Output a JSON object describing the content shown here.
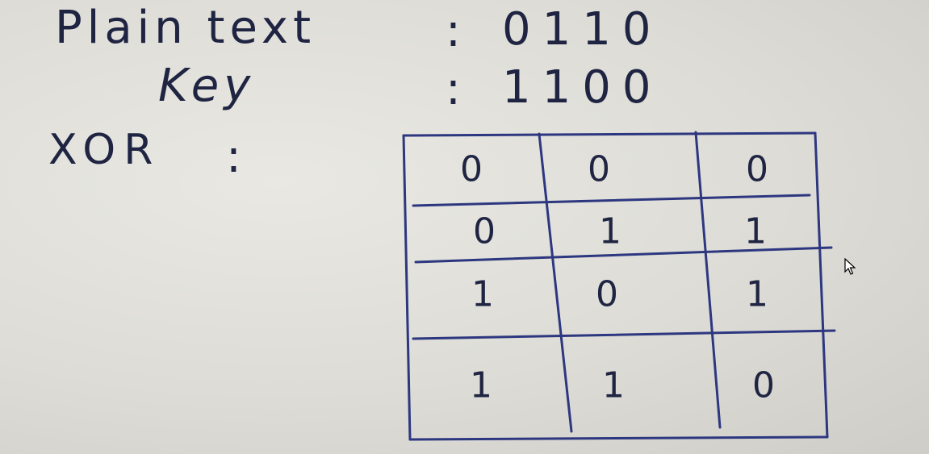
{
  "plain_text": {
    "label": "Plain text",
    "colon": ":",
    "value": "0110"
  },
  "key": {
    "label": "Key",
    "colon": ":",
    "value": "1100"
  },
  "xor": {
    "label": "XOR",
    "colon": ":"
  },
  "table": {
    "rows": [
      [
        "0",
        "0",
        "0"
      ],
      [
        "0",
        "1",
        "1"
      ],
      [
        "1",
        "0",
        "1"
      ],
      [
        "1",
        "1",
        "0"
      ]
    ]
  },
  "colors": {
    "ink": "#1f2442",
    "table_ink": "#2d3780",
    "paper": "#e4e3de"
  }
}
